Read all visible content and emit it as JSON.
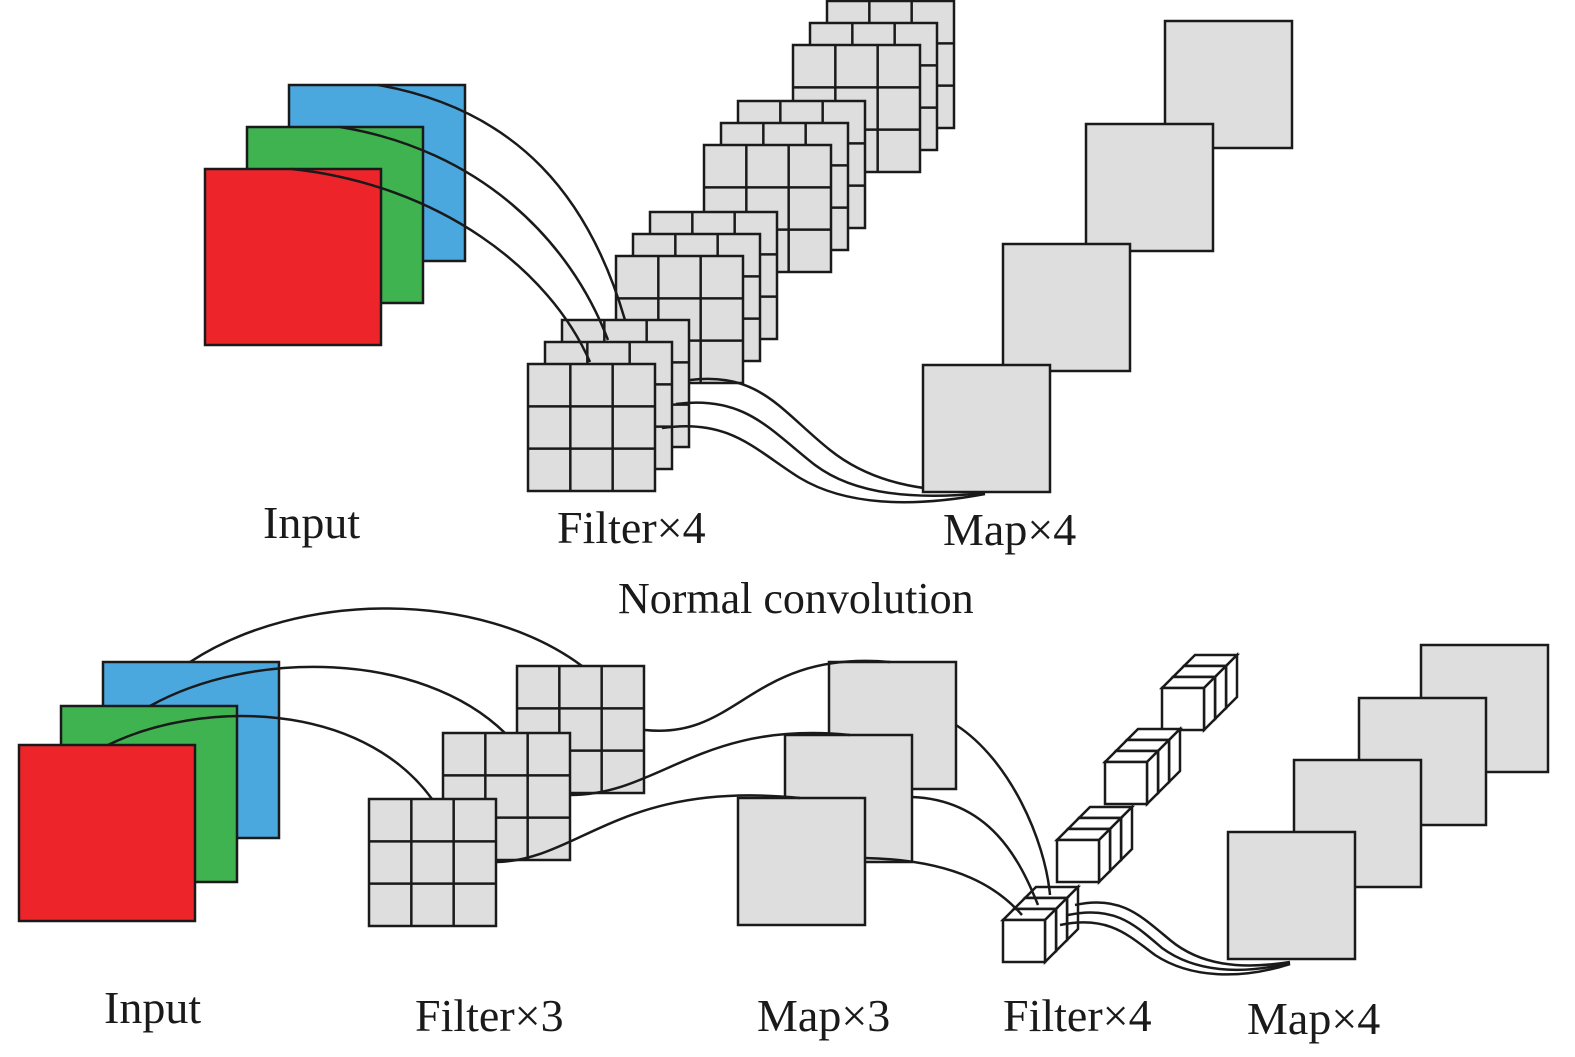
{
  "colors": {
    "red": "#ee242b",
    "green": "#3fb34f",
    "blue": "#4aa8df",
    "gray": "#dedede",
    "white": "#ffffff",
    "line": "#1a1a1a"
  },
  "normal": {
    "input_label": "Input",
    "filter_label": "Filter×4",
    "map_label": "Map×4",
    "title": "Normal convolution"
  },
  "separable": {
    "input_label": "Input",
    "depthwise_filter_label": "Filter×3",
    "depthwise_map_label": "Map×3",
    "pointwise_filter_label": "Filter×4",
    "output_map_label": "Map×4"
  }
}
